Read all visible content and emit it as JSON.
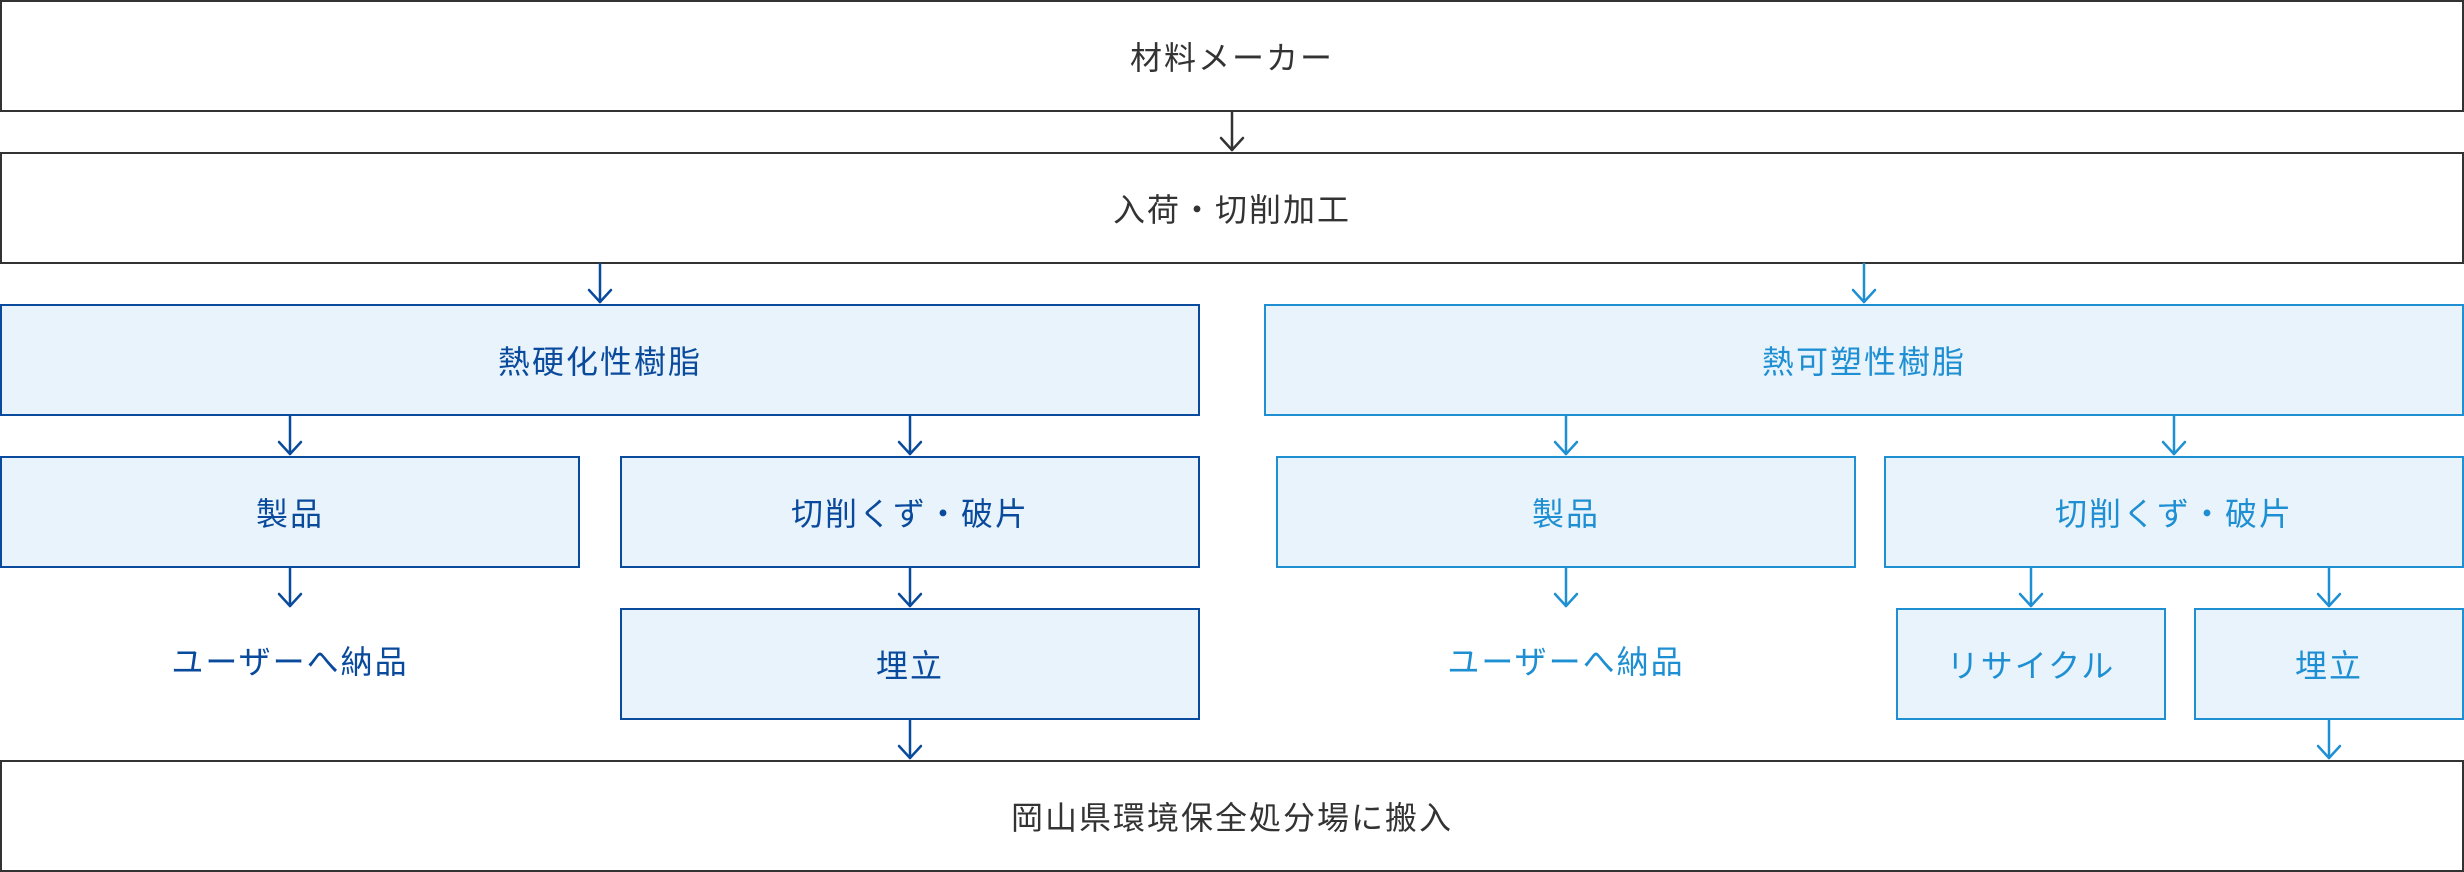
{
  "diagram": {
    "top_box": "材料メーカー",
    "processing_box": "入荷・切削加工",
    "disposal_box": "岡山県環境保全処分場に搬入",
    "thermoset": {
      "title": "熱硬化性樹脂",
      "product": "製品",
      "scraps": "切削くず・破片",
      "delivery": "ユーザーへ納品",
      "landfill": "埋立"
    },
    "thermoplastic": {
      "title": "熱可塑性樹脂",
      "product": "製品",
      "scraps": "切削くず・破片",
      "delivery": "ユーザーへ納品",
      "recycle": "リサイクル",
      "landfill": "埋立"
    }
  },
  "colors": {
    "neutral": "#333333",
    "thermoset": "#0a4a9c",
    "thermoplastic": "#1e8fd2",
    "box_fill": "#e8f3fc"
  }
}
